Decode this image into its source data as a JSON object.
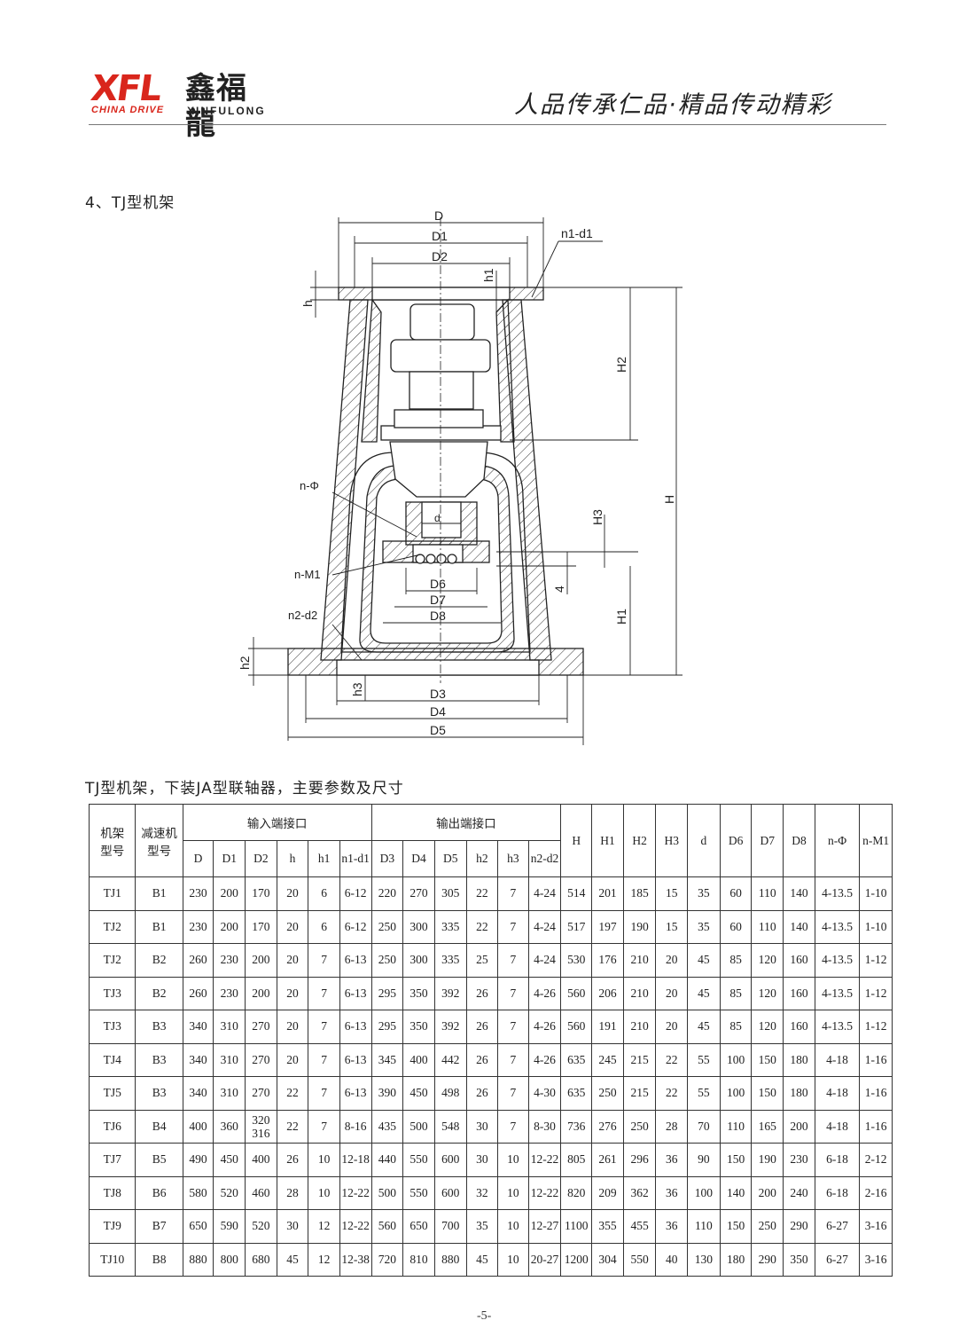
{
  "header": {
    "logo_mark": "XFL",
    "logo_cn": "鑫福龍",
    "logo_sub_left": "CHINA DRIVE",
    "logo_sub_right": "XINFULONG",
    "slogan": "人品传承仁品·精品传动精彩",
    "brand_color": "#d9261c"
  },
  "section_title": "4、TJ型机架",
  "drawing": {
    "labels": {
      "D": "D",
      "D1": "D1",
      "D2": "D2",
      "n1d1": "n1-d1",
      "h1": "h1",
      "h": "h",
      "H2": "H2",
      "H": "H",
      "H3": "H3",
      "H1": "H1",
      "four": "4",
      "d": "d",
      "nphi": "n-Φ",
      "nM1": "n-M1",
      "n2d2": "n2-d2",
      "h2": "h2",
      "h3": "h3",
      "D3": "D3",
      "D4": "D4",
      "D5": "D5",
      "D6": "D6",
      "D7": "D7",
      "D8": "D8"
    }
  },
  "table_title": "TJ型机架，下装JA型联轴器，主要参数及尺寸",
  "table": {
    "col_frame": "机架\n型号",
    "col_reducer": "减速机\n型号",
    "group_input": "输入端接口",
    "group_output": "输出端接口",
    "input_cols": [
      "D",
      "D1",
      "D2",
      "h",
      "h1",
      "n1-d1"
    ],
    "output_cols": [
      "D3",
      "D4",
      "D5",
      "h2",
      "h3",
      "n2-d2"
    ],
    "tail_cols": [
      "H",
      "H1",
      "H2",
      "H3",
      "d",
      "D6",
      "D7",
      "D8",
      "n-Φ",
      "n-M1"
    ],
    "rows": [
      [
        "TJ1",
        "B1",
        "230",
        "200",
        "170",
        "20",
        "6",
        "6-12",
        "220",
        "270",
        "305",
        "22",
        "7",
        "4-24",
        "514",
        "201",
        "185",
        "15",
        "35",
        "60",
        "110",
        "140",
        "4-13.5",
        "1-10"
      ],
      [
        "TJ2",
        "B1",
        "230",
        "200",
        "170",
        "20",
        "6",
        "6-12",
        "250",
        "300",
        "335",
        "22",
        "7",
        "4-24",
        "517",
        "197",
        "190",
        "15",
        "35",
        "60",
        "110",
        "140",
        "4-13.5",
        "1-10"
      ],
      [
        "TJ2",
        "B2",
        "260",
        "230",
        "200",
        "20",
        "7",
        "6-13",
        "250",
        "300",
        "335",
        "25",
        "7",
        "4-24",
        "530",
        "176",
        "210",
        "20",
        "45",
        "85",
        "120",
        "160",
        "4-13.5",
        "1-12"
      ],
      [
        "TJ3",
        "B2",
        "260",
        "230",
        "200",
        "20",
        "7",
        "6-13",
        "295",
        "350",
        "392",
        "26",
        "7",
        "4-26",
        "560",
        "206",
        "210",
        "20",
        "45",
        "85",
        "120",
        "160",
        "4-13.5",
        "1-12"
      ],
      [
        "TJ3",
        "B3",
        "340",
        "310",
        "270",
        "20",
        "7",
        "6-13",
        "295",
        "350",
        "392",
        "26",
        "7",
        "4-26",
        "560",
        "191",
        "210",
        "20",
        "45",
        "85",
        "120",
        "160",
        "4-13.5",
        "1-12"
      ],
      [
        "TJ4",
        "B3",
        "340",
        "310",
        "270",
        "20",
        "7",
        "6-13",
        "345",
        "400",
        "442",
        "26",
        "7",
        "4-26",
        "635",
        "245",
        "215",
        "22",
        "55",
        "100",
        "150",
        "180",
        "4-18",
        "1-16"
      ],
      [
        "TJ5",
        "B3",
        "340",
        "310",
        "270",
        "22",
        "7",
        "6-13",
        "390",
        "450",
        "498",
        "26",
        "7",
        "4-30",
        "635",
        "250",
        "215",
        "22",
        "55",
        "100",
        "150",
        "180",
        "4-18",
        "1-16"
      ],
      [
        "TJ6",
        "B4",
        "400",
        "360",
        "320\n316",
        "22",
        "7",
        "8-16",
        "435",
        "500",
        "548",
        "30",
        "7",
        "8-30",
        "736",
        "276",
        "250",
        "28",
        "70",
        "110",
        "165",
        "200",
        "4-18",
        "1-16"
      ],
      [
        "TJ7",
        "B5",
        "490",
        "450",
        "400",
        "26",
        "10",
        "12-18",
        "440",
        "550",
        "600",
        "30",
        "10",
        "12-22",
        "805",
        "261",
        "296",
        "36",
        "90",
        "150",
        "190",
        "230",
        "6-18",
        "2-12"
      ],
      [
        "TJ8",
        "B6",
        "580",
        "520",
        "460",
        "28",
        "10",
        "12-22",
        "500",
        "550",
        "600",
        "32",
        "10",
        "12-22",
        "820",
        "209",
        "362",
        "36",
        "100",
        "140",
        "200",
        "240",
        "6-18",
        "2-16"
      ],
      [
        "TJ9",
        "B7",
        "650",
        "590",
        "520",
        "30",
        "12",
        "12-22",
        "560",
        "650",
        "700",
        "35",
        "10",
        "12-27",
        "1100",
        "355",
        "455",
        "36",
        "110",
        "150",
        "250",
        "290",
        "6-27",
        "3-16"
      ],
      [
        "TJ10",
        "B8",
        "880",
        "800",
        "680",
        "45",
        "12",
        "12-38",
        "720",
        "810",
        "880",
        "45",
        "10",
        "20-27",
        "1200",
        "304",
        "550",
        "40",
        "130",
        "180",
        "290",
        "350",
        "6-27",
        "3-16"
      ]
    ]
  },
  "page_number": "-5-"
}
